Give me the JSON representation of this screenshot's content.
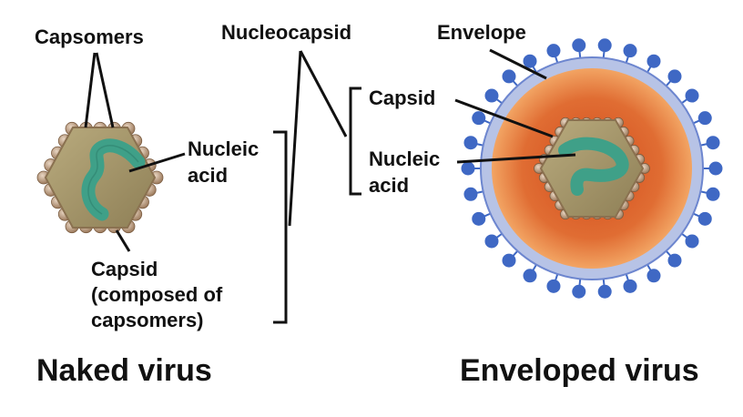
{
  "colors": {
    "capsomer": "#b89778",
    "capsid_fill": "#a4956a",
    "nucleic_acid": "#3fa088",
    "envelope_ring": "#b7c3e6",
    "spike": "#3f68c4",
    "interior_outer": "#e67c3e",
    "interior_inner": "#c8481d"
  },
  "naked_virus": {
    "title": "Naked virus",
    "capsomers_label": "Capsomers",
    "nucleic_acid_label": [
      "Nucleic",
      "acid"
    ],
    "capsid_label": [
      "Capsid",
      "(composed of",
      "capsomers)"
    ]
  },
  "nucleocapsid_label": "Nucleocapsid",
  "enveloped_virus": {
    "title": "Enveloped virus",
    "envelope_label": "Envelope",
    "capsid_label": "Capsid",
    "nucleic_acid_label": [
      "Nucleic",
      "acid"
    ]
  }
}
